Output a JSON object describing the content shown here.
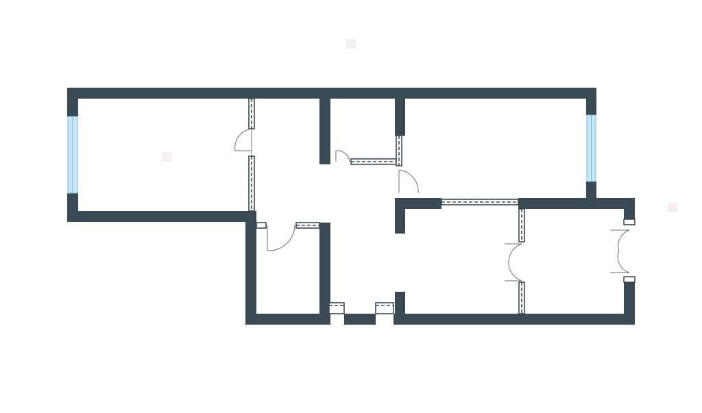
{
  "colors": {
    "wall": "#3a4a55",
    "glass": "#c7e6f6",
    "glass_edge": "#7fb6d6",
    "marker": "#f7eef0",
    "background": "#ffffff"
  },
  "plan": {
    "rooms": [
      {
        "id": "room-left",
        "label": ""
      },
      {
        "id": "room-hall",
        "label": ""
      },
      {
        "id": "room-small-upper",
        "label": ""
      },
      {
        "id": "room-right-upper",
        "label": ""
      },
      {
        "id": "room-lower-left",
        "label": ""
      },
      {
        "id": "room-lower-middle",
        "label": ""
      },
      {
        "id": "room-lower-right",
        "label": ""
      }
    ],
    "windows": [
      "left-window",
      "right-window"
    ],
    "doors": [
      "door-left-room",
      "door-small-upper",
      "door-right-upper",
      "door-lower-left",
      "door-lower-middle",
      "door-exterior-right"
    ]
  }
}
